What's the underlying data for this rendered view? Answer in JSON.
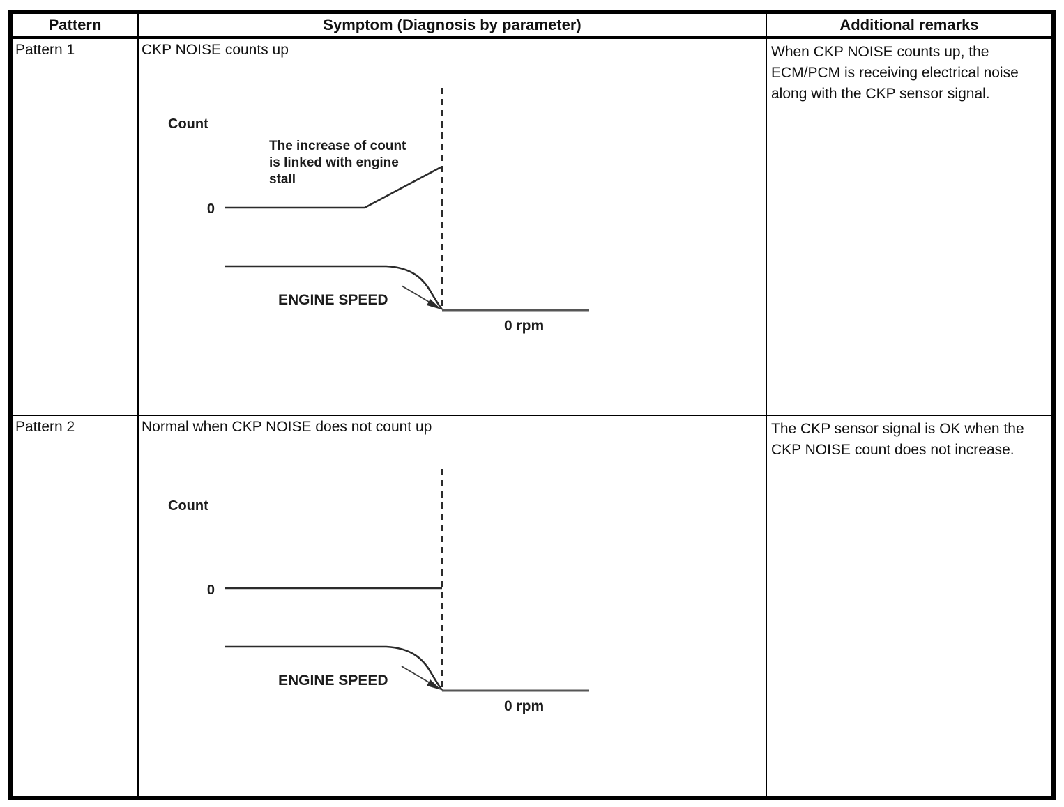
{
  "table": {
    "headers": {
      "pattern": "Pattern",
      "symptom": "Symptom (Diagnosis by parameter)",
      "remarks": "Additional remarks"
    },
    "rows": [
      {
        "pattern": "Pattern 1",
        "symptom": "CKP NOISE counts up",
        "remarks": "When CKP NOISE counts up, the ECM/PCM is receiving electrical noise along with the CKP sensor signal.",
        "diagram": {
          "count_label": "Count",
          "zero_label": "0",
          "annotation_lines": [
            "The increase of count",
            "is linked with engine",
            "stall"
          ],
          "engine_speed_label": "ENGINE SPEED",
          "rpm_label": "0 rpm",
          "count_behavior": "count flat at 0 then rises until engine stall at dashed line",
          "engine_speed_behavior": "engine speed steady then drops to 0 rpm at dashed line"
        }
      },
      {
        "pattern": "Pattern 2",
        "symptom": "Normal when CKP NOISE does not count up",
        "remarks": "The CKP sensor signal is OK when the CKP NOISE count does not increase.",
        "diagram": {
          "count_label": "Count",
          "zero_label": "0",
          "annotation_lines": [],
          "engine_speed_label": "ENGINE SPEED",
          "rpm_label": "0 rpm",
          "count_behavior": "count stays flat at 0 up to dashed line",
          "engine_speed_behavior": "engine speed steady then drops to 0 rpm at dashed line"
        }
      }
    ]
  },
  "colors": {
    "border": "#000000",
    "text": "#111111",
    "plot_line": "#2b2b2b"
  }
}
